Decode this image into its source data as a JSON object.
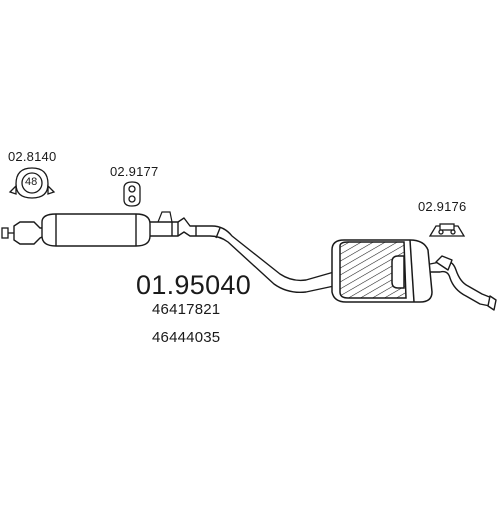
{
  "diagram": {
    "main_part_number": "01.95040",
    "oe_numbers": [
      "46417821",
      "46444035"
    ],
    "components": [
      {
        "id": "clamp",
        "part_number": "02.8140",
        "marking": "48"
      },
      {
        "id": "rubber-mount-front",
        "part_number": "02.9177"
      },
      {
        "id": "rubber-mount-rear",
        "part_number": "02.9176"
      }
    ]
  },
  "colors": {
    "line": "#1a1a1a",
    "background": "#ffffff",
    "shade": "#d9d9d9"
  }
}
